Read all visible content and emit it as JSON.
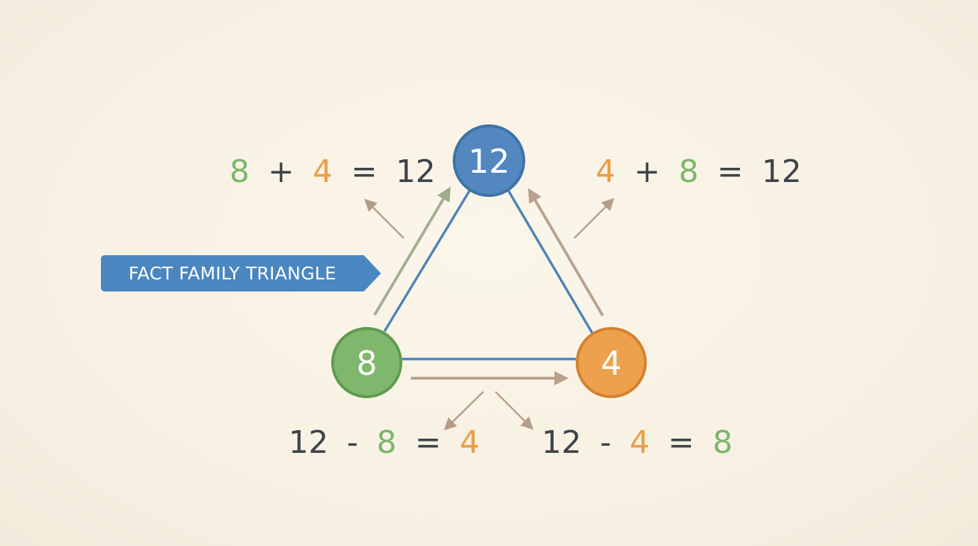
{
  "label": {
    "text": "FACT FAMILY TRIANGLE",
    "color": "#4a86bf"
  },
  "nodes": {
    "top": {
      "value": "12",
      "fill": "#5287c0",
      "stroke": "#3f72a8"
    },
    "left": {
      "value": "8",
      "fill": "#7fb76d",
      "stroke": "#5f9b4f"
    },
    "right": {
      "value": "4",
      "fill": "#eea14d",
      "stroke": "#d3812f"
    }
  },
  "equations": {
    "top_left": {
      "a": "8",
      "op": "+",
      "b": "4",
      "eq": "=",
      "c": "12"
    },
    "top_right": {
      "a": "4",
      "op": "+",
      "b": "8",
      "eq": "=",
      "c": "12"
    },
    "bottom_left": {
      "a": "12",
      "op": "-",
      "b": "8",
      "eq": "=",
      "c": "4"
    },
    "bottom_right": {
      "a": "12",
      "op": "-",
      "b": "4",
      "eq": "=",
      "c": "8"
    }
  },
  "colors": {
    "background": "#f8f1e3",
    "edge": "#4d82b8",
    "dark_text": "#3d4349",
    "green_text": "#7cb56a",
    "orange_text": "#e99e48",
    "arrow_green": "#9fae8d",
    "arrow_tan": "#b9a28e"
  }
}
